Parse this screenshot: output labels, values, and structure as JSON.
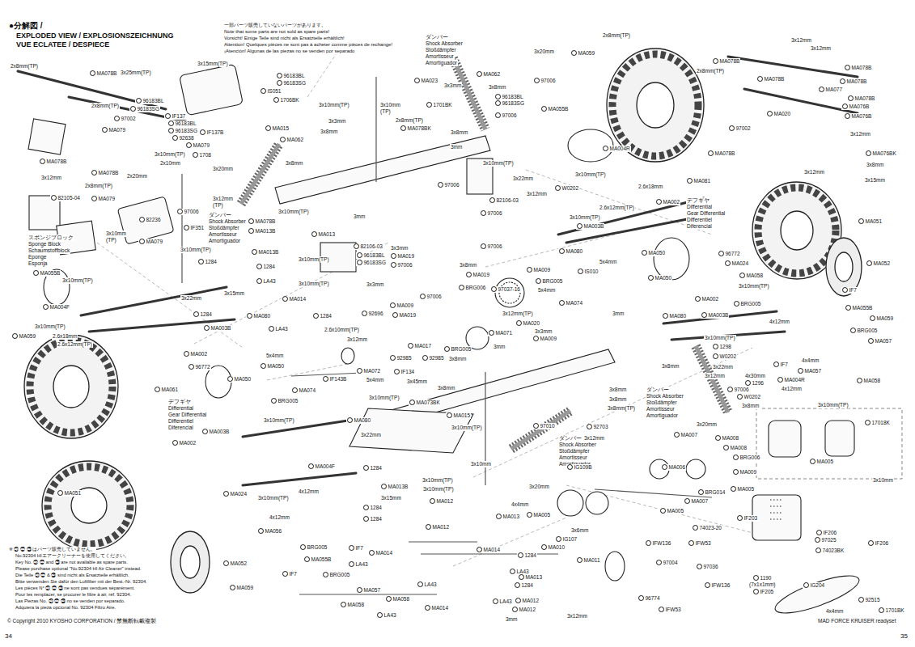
{
  "diagram": {
    "title": "EXPLODED VIEW / EXPLOSIONSZEICHNUNG VUE ECLATEE / DESPIECE",
    "labels": [
      "●分解図 /",
      "一部パーツ販売していないパーツがあります。",
      "Note that some parts are not sold as spare parts!",
      "Vorsicht! Einige Teile sind nicht als Ersatzteile erhältlich!",
      "Attention! Quelques pièces ne sont pas à acheter comme pièces de rechange!",
      "¡Atención! Algunas de las piezas no se venden por separado",
      "※ ㉑ ㉒ ㉓ はパーツ販売していません。",
      "No.92304 HIエアークリーナーを使用してください。",
      "Key No. ㉑ ㉒ and ㉓ are not available as spare parts.",
      "Please purchase optional \"No.92304 HI Air Cleaner\" instead.",
      "Die Teile ㉑ ㉒ & ㉓ sind nicht als Ersatzteile erhältlich.",
      "Bitte verwenden Sie dafür den Luftfilter mit der Best.-Nr. 92304.",
      "Les pièces N° ㉑ ㉒ ㉓ ne sont pas vendues séparément.",
      "Pour les remplacer, se procurer le filtre à air, réf. 92304.",
      "Las Piezas No. ㉑ ㉒ ㉓ no se venden por separado.",
      "Adquiera la pieza opcional No. 92304 Filtro Aire.",
      "© Copyright 2010 KYOSHO CORPORATION / 禁無断転載複製",
      "MAD FORCE KRUISER readyset",
      "34",
      "35",
      "ダンパー",
      "Shock Absorber",
      "Stoßdämpfer",
      "Amortisseur",
      "Amortiguador",
      "ダンパー",
      "Shock Absorber",
      "Stoßdämpfer",
      "Amortisseur",
      "Amortiguador",
      "ダンパー",
      "Shock Absorber",
      "Stoßdämpfer",
      "Amortisseur",
      "Amortiguador",
      "ダンパー",
      "Shock Absorber",
      "Stoßdämpfer",
      "Amortisseur",
      "Amortiguador",
      "デフギヤ",
      "Differential",
      "Gear Differential",
      "Differentiel",
      "Diferencial",
      "デフギヤ",
      "Differential",
      "Gear Differential",
      "Differentiel",
      "Diferencial",
      "スポンジブロック",
      "Sponge Block",
      "Schaumstoffblock",
      "Eponge",
      "Esponja",
      "2x8mm(TP)",
      "MA078B",
      "3x25mm(TP)",
      "3x15mm(TP)",
      "96183BL",
      "96183SG",
      "IS051",
      "96183BL",
      "96183SG",
      "2x8mm(TP)",
      "97002",
      "IF137",
      "96183BL",
      "96183SG",
      "MA079",
      "IF137B",
      "MA015",
      "92638",
      "MA079",
      "3x10mm(TP)",
      "1708",
      "MA078B",
      "2x10mm",
      "3x12mm",
      "MA078B",
      "2x20mm",
      "3x20mm",
      "2x8mm(TP)",
      "82105-04",
      "MA079",
      "3x12mm",
      "(TP)",
      "97006",
      "MA078B",
      "82236",
      "IF351",
      "3x10mm",
      "(TP)",
      "MA079",
      "MA013B",
      "MA055B",
      "3x10mm(TP)",
      "1284",
      "MA013B",
      "1284",
      "LA43",
      "3x10mm(TP)",
      "MA004F",
      "3x22mm",
      "3x15mm",
      "MA014",
      "1284",
      "MA080",
      "3x10mm(TP)",
      "MA003B",
      "LA43",
      "2.6x18mm",
      "2.6x12mm(TP)",
      "MA002",
      "96772",
      "MA059",
      "MA061",
      "MA050",
      "MA050",
      "5x4mm",
      "IF143B",
      "MA074",
      "BRG005",
      "1706BK",
      "3x10mm(TP)",
      "3x10mm",
      "(TP)",
      "MA023",
      "1701BK",
      "MA078BK",
      "2x8mm(TP)",
      "3x3mm",
      "3x8mm",
      "MA062",
      "3x8mm",
      "3mm",
      "3x10mm(TP)",
      "3x10mm(TP)",
      "MA013",
      "MA062",
      "3x3mm",
      "3x8mm",
      "96183BL",
      "96183SG",
      "97006",
      "MA055B",
      "3x8mm",
      "97006",
      "3x22mm",
      "82106-03",
      "3x12mm",
      "97006",
      "97006",
      "3mm",
      "82106-03",
      "96183BL",
      "96183SG",
      "3x10mm(TP)",
      "3x10mm(TP)",
      "3x3mm",
      "97006",
      "MA019",
      "MA019",
      "3x3mm",
      "3x8mm",
      "97006",
      "MA009",
      "MA019",
      "92696",
      "1284",
      "2.6x10mm(TP)",
      "3x12mm",
      "MA072",
      "5x4mm",
      "92985",
      "92985",
      "IF134",
      "BRG006",
      "97037-16",
      "MA009",
      "BRG005",
      "5x4mm",
      "MA074",
      "IS010",
      "MA071",
      "MA020",
      "MA017",
      "BRG005",
      "3x12mm(TP)",
      "3x3mm",
      "MA009",
      "3mm",
      "3mm",
      "3x8mm",
      "3x45mm",
      "3x8mm",
      "3x10mm(TP)",
      "MA073BK",
      "MA015",
      "3x10mm(TP)",
      "97010",
      "92703",
      "3x12mm",
      "3x8mm",
      "3x8mm",
      "3x8mm(TP)",
      "3x20mm",
      "97006",
      "MA059",
      "2x8mm(TP)",
      "3x12mm",
      "3x12mm",
      "MA078B",
      "MA078B",
      "MA078B",
      "2x8mm(TP)",
      "MA077",
      "MA078B",
      "MA078B",
      "MA076B",
      "MA076B",
      "MA020",
      "97002",
      "3x12mm",
      "MA076BK",
      "MA078B",
      "3x12mm",
      "3x8mm",
      "3x15mm",
      "MA004R",
      "W0202",
      "3x10mm(TP)",
      "2.6x18mm",
      "MA081",
      "MA002",
      "2.6x12mm(TP)",
      "3x10mm(TP)",
      "MA003B",
      "MA080",
      "MA051",
      "MA052",
      "5x4mm",
      "MA050",
      "MA050",
      "96772",
      "MA024",
      "MA058",
      "3x10mm(TP)",
      "IF7",
      "MA002",
      "BRG005",
      "MA055B",
      "4x12mm",
      "MA059",
      "MA080",
      "MA003B",
      "BRG005",
      "MA057",
      "3x10mm(TP)",
      "1298",
      "W0202",
      "3x22mm",
      "3x12mm",
      "4x30mm",
      "1296",
      "97006",
      "W0202",
      "IF7",
      "4x4mm",
      "MA057",
      "MA058",
      "MA004R",
      "4x12mm",
      "3x8mm",
      "3x8mm",
      "3x10mm(TP)",
      "17018K",
      "3x20mm",
      "MA007",
      "MA006",
      "MA008",
      "MA008",
      "BRG006",
      "MA005",
      "MA009",
      "MA005",
      "BRG014",
      "MA007",
      "MA005",
      "3x10mm",
      "74023-20",
      "IF206",
      "97025",
      "IF206",
      "74023BK",
      "IF203",
      "IG204",
      "92515",
      "1701BK",
      "4x4mm",
      "1190",
      "(7x1x1mm)",
      "IF205",
      "IFW136",
      "IFW53",
      "97004",
      "97036",
      "IFW136",
      "96774",
      "IFW53",
      "IG109B",
      "MA080",
      "3x10mm(TP)",
      "MA003B",
      "MA002",
      "3x22mm",
      "MA004F",
      "1284",
      "MA013B",
      "4x12mm",
      "3x10mm(TP)",
      "3x15mm",
      "1284",
      "MA024",
      "4x12mm",
      "1284",
      "MA056",
      "BRG005",
      "IF7",
      "MA014",
      "MA055B",
      "LA43",
      "IF7",
      "BRG005",
      "MA057",
      "MA058",
      "MA058",
      "LA43",
      "MA052",
      "MA059",
      "MA051",
      "3x10mm(TP)",
      "3x10mm(TP)",
      "MA012",
      "3x10mm",
      "3x20mm",
      "MA012",
      "4x4mm",
      "MA013",
      "MA005",
      "IG107",
      "MA010",
      "3x6mm",
      "MA014",
      "1284",
      "LA43",
      "MA013",
      "1284",
      "LA43",
      "MA014",
      "LA43",
      "MA012",
      "MA012",
      "3mm",
      "3x12mm",
      "MA011"
    ]
  }
}
